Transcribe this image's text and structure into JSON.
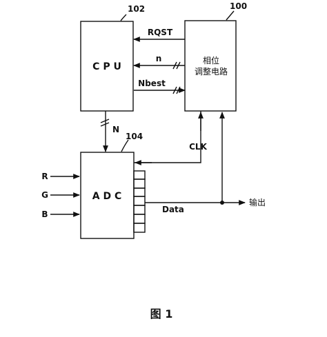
{
  "figure": {
    "caption": "图 1"
  },
  "blocks": {
    "cpu": {
      "ref": "102",
      "label": "C P U"
    },
    "phase": {
      "ref": "100",
      "label_line1": "相位",
      "label_line2": "调整电路"
    },
    "adc": {
      "ref": "104",
      "label": "A D C"
    }
  },
  "signals": {
    "rqst": "RQST",
    "n_lower": "n",
    "nbest": "Nbest",
    "n_upper": "N",
    "clk": "CLK",
    "data": "Data",
    "output": "输出",
    "r": "R",
    "g": "G",
    "b": "B"
  },
  "colors": {
    "line": "#111111",
    "background": "#ffffff"
  }
}
